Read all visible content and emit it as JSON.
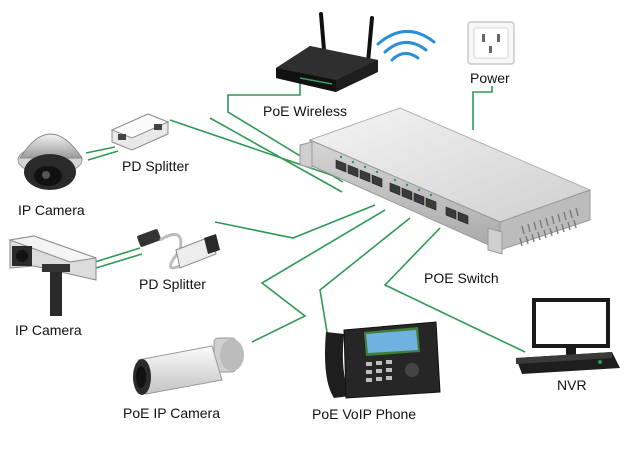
{
  "labels": {
    "poe_wireless": "PoE Wireless",
    "power": "Power",
    "pd_splitter_1": "PD  Splitter",
    "ip_camera_1": "IP Camera",
    "pd_splitter_2": "PD  Splitter",
    "ip_camera_2": "IP Camera",
    "poe_switch": "POE Switch",
    "poe_ip_camera": "PoE IP Camera",
    "poe_voip_phone": "PoE VoIP Phone",
    "nvr": "NVR"
  },
  "colors": {
    "cable": "#2e9a55",
    "wifi": "#2a8fd8",
    "device_dark": "#1d1d1d",
    "switch_body": "#e2e2e2"
  }
}
